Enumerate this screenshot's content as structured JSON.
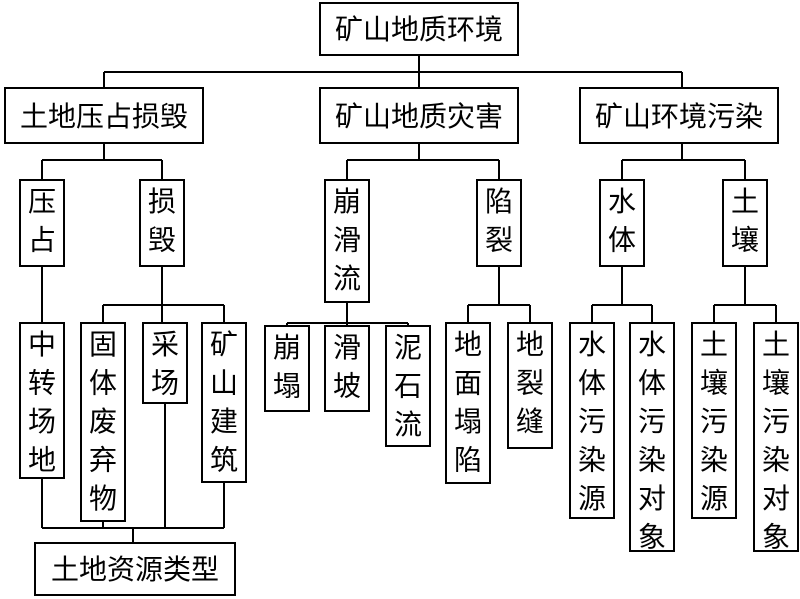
{
  "root": "矿山地质环境",
  "level1": [
    "土地压占损毁",
    "矿山地质灾害",
    "矿山环境污染"
  ],
  "level2": [
    "压占",
    "损毁",
    "崩滑流",
    "陷裂",
    "水体",
    "土壤"
  ],
  "level3": [
    "中转场地",
    "固体废弃物",
    "采场",
    "矿山建筑",
    "崩塌",
    "滑坡",
    "泥石流",
    "地面塌陷",
    "地裂缝",
    "水体污染源",
    "水体污染对象",
    "土壤污染源",
    "土壤污染对象"
  ],
  "bottom": "土地资源类型",
  "colors": {
    "stroke": "#000000",
    "fill": "#ffffff",
    "text": "#000000"
  }
}
